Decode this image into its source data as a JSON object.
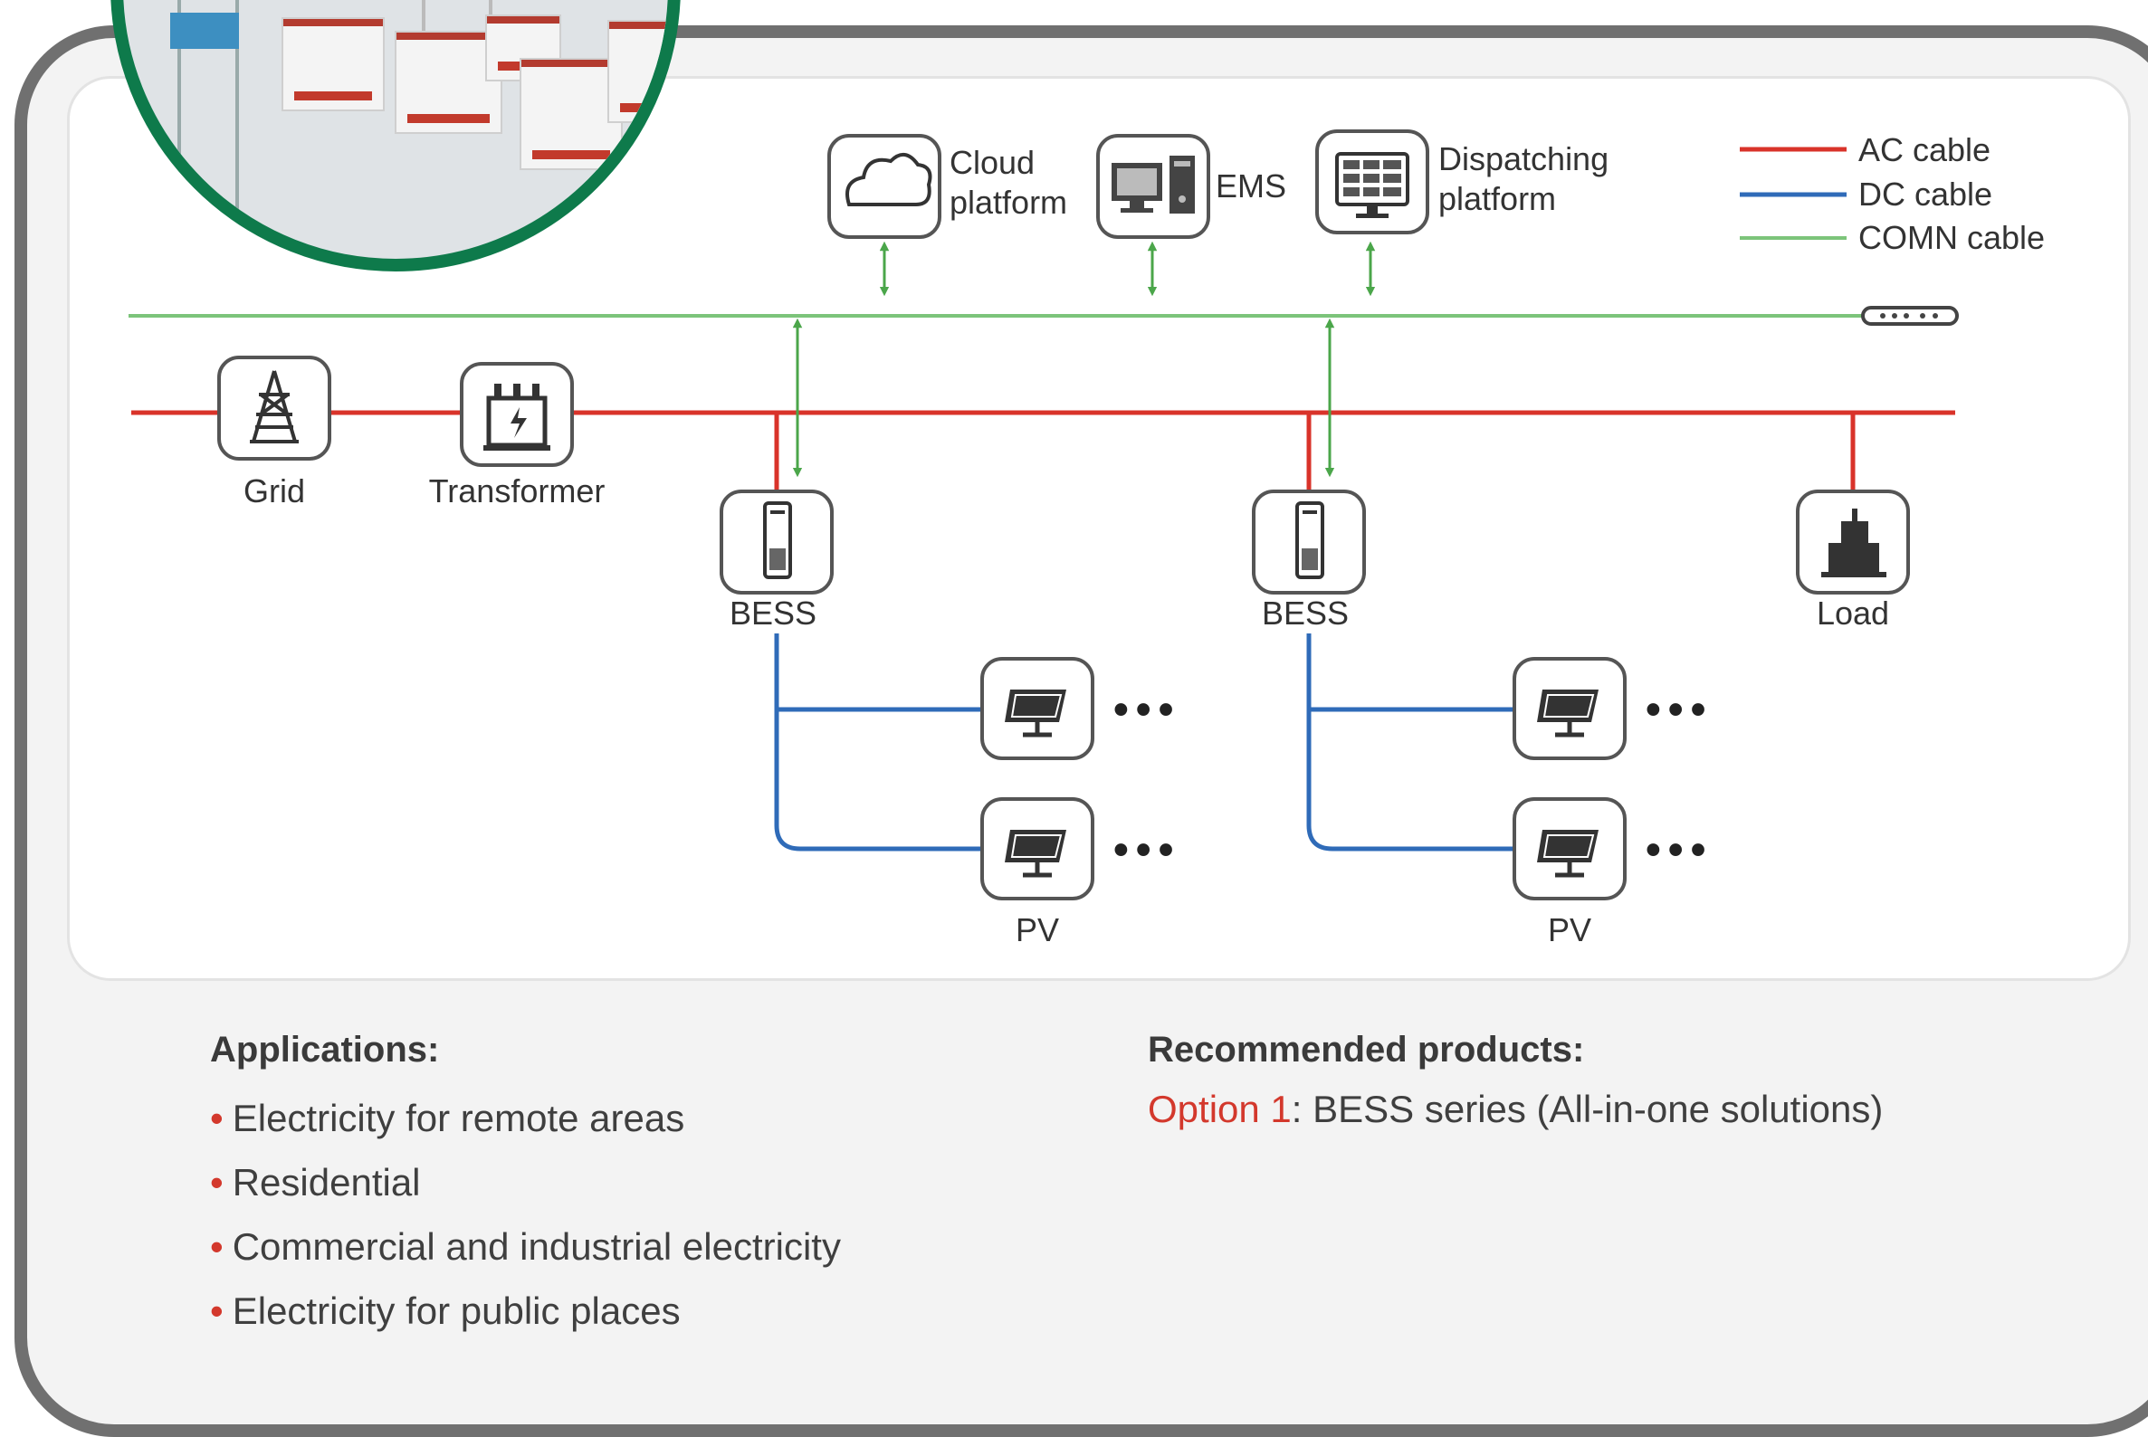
{
  "photo": {
    "caption": ""
  },
  "nodes": {
    "cloud": "Cloud platform",
    "cloud_line1": "Cloud",
    "cloud_line2": "platform",
    "ems": "EMS",
    "dispatching_line1": "Dispatching",
    "dispatching_line2": "platform",
    "grid": "Grid",
    "transformer": "Transformer",
    "bess_1": "BESS",
    "bess_2": "BESS",
    "load": "Load",
    "pv_1": "PV",
    "pv_2": "PV",
    "more": "•••"
  },
  "legend": [
    {
      "label": "AC cable",
      "color": "#d9332a"
    },
    {
      "label": "DC cable",
      "color": "#2f6bb8"
    },
    {
      "label": "COMN cable",
      "color": "#7cc47a"
    }
  ],
  "colors": {
    "frame": "#707070",
    "accent_green": "#0e7a4b",
    "bullet_red": "#d3382c"
  },
  "applications": {
    "title": "Applications:",
    "items": [
      "Electricity for remote areas",
      "Residential",
      "Commercial and industrial electricity",
      "Electricity for public places"
    ]
  },
  "recommended": {
    "title": "Recommended products:",
    "option_label": "Option 1",
    "option_sep": ":",
    "option_text": " BESS series (All-in-one solutions)"
  }
}
